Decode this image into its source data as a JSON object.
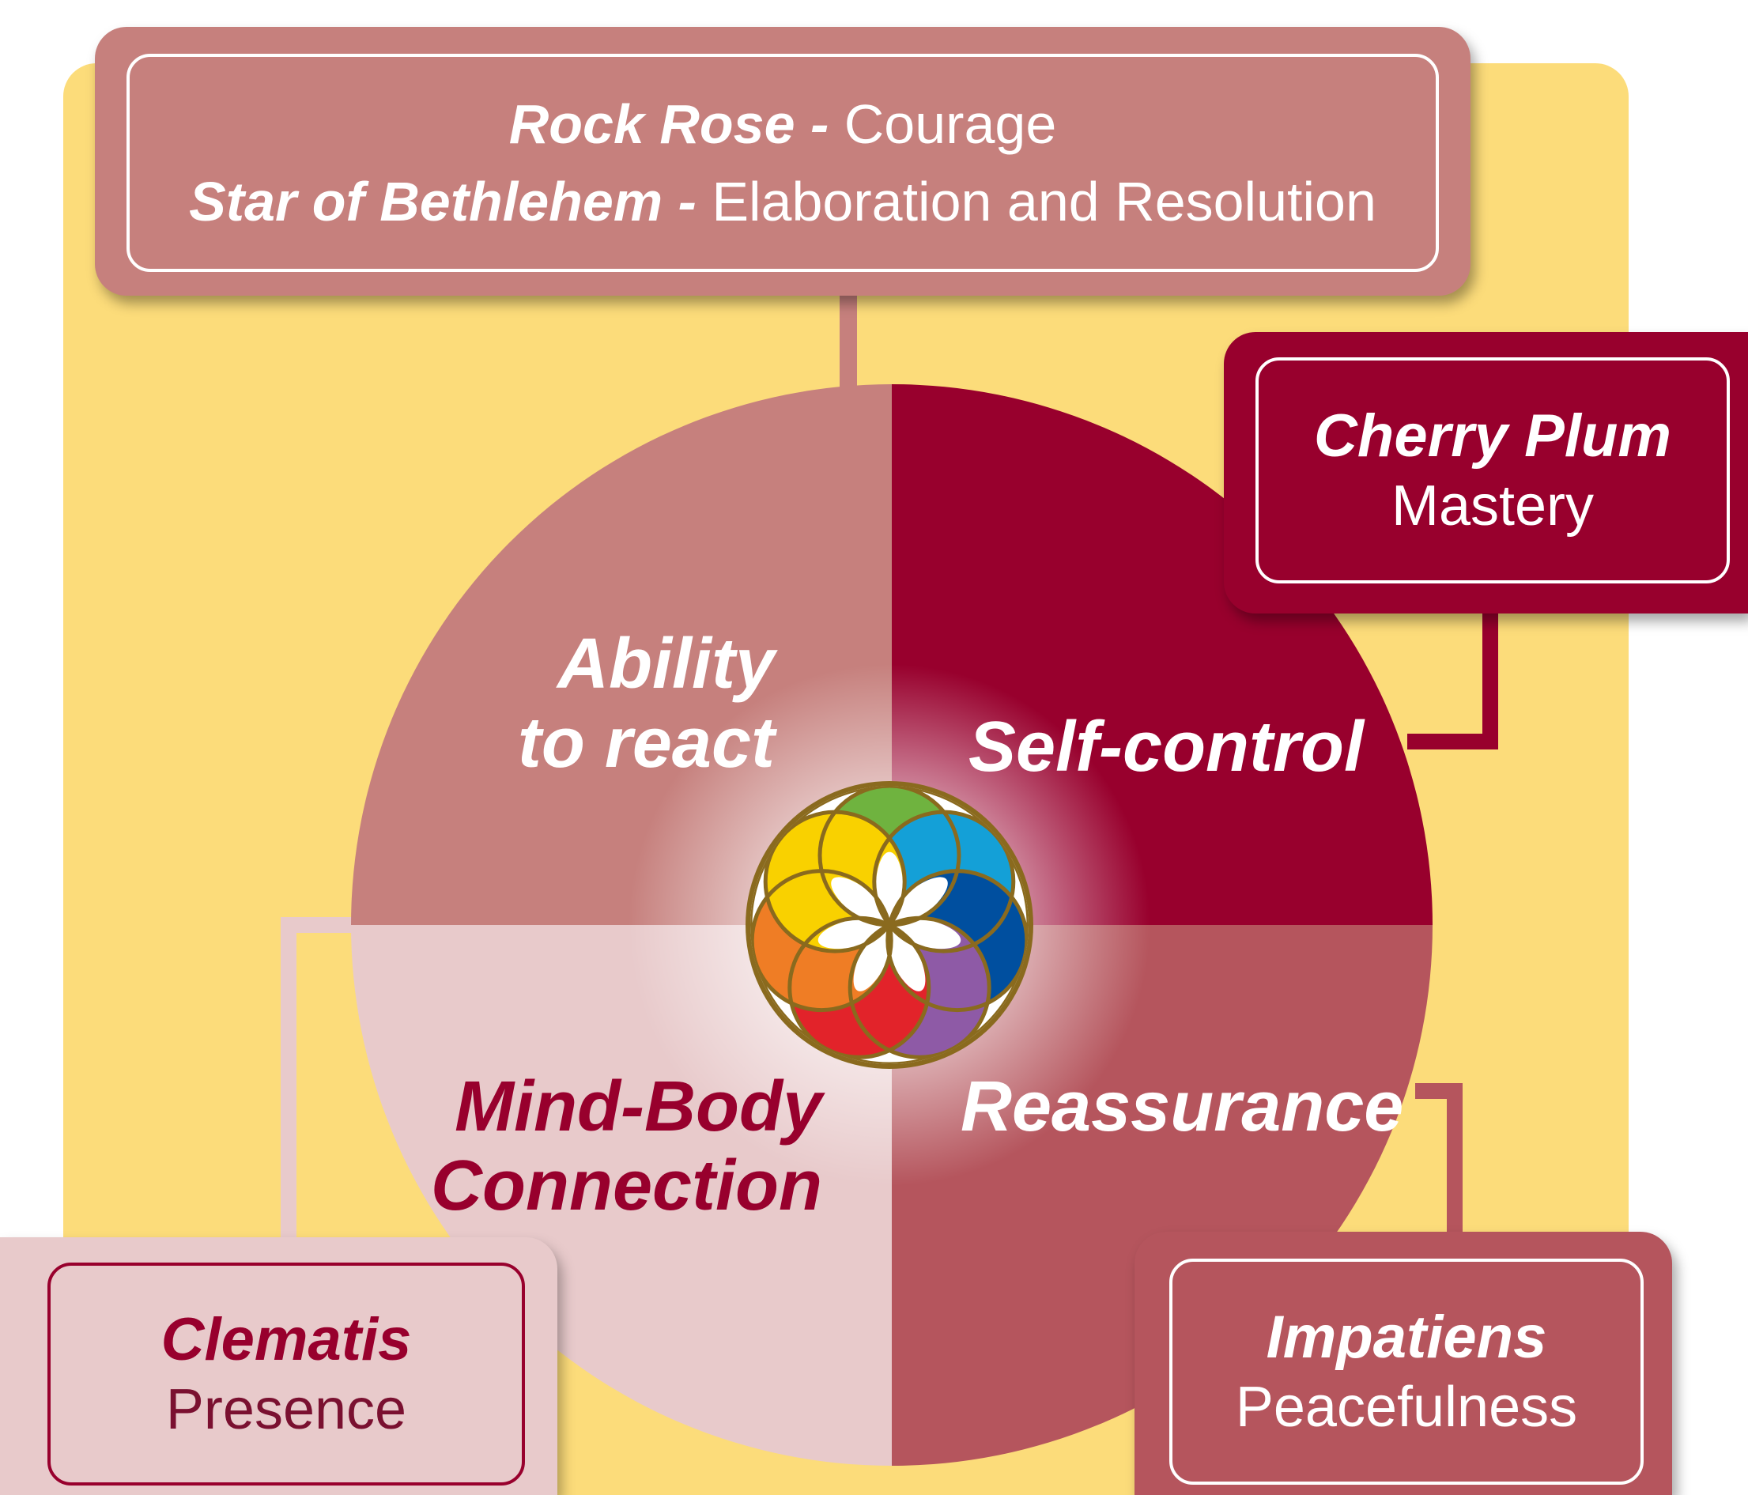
{
  "colors": {
    "background_panel": "#fcdc7a",
    "top_quadrant_left": "#c6807d",
    "top_quadrant_right": "#98002d",
    "bottom_quadrant_left": "#e8cacb",
    "bottom_quadrant_right": "#b5555d",
    "label_light": "#ffffff",
    "label_dark": "#98002d"
  },
  "quadrants": {
    "top_left": "Ability to react",
    "top_right": "Self-control",
    "bottom_left": "Mind-Body Connection",
    "bottom_right": "Reassurance"
  },
  "labels": {
    "ability_line1": "Ability",
    "ability_line2": "to react",
    "self_control": "Self-control",
    "mind_body_line1": "Mind-Body",
    "mind_body_line2": "Connection",
    "reassurance": "Reassurance"
  },
  "top_box": {
    "line1_name": "Rock Rose",
    "line1_sep": " - ",
    "line1_desc": "Courage",
    "line2_name": "Star of Bethlehem",
    "line2_sep": " - ",
    "line2_desc": "Elaboration and Resolution"
  },
  "cherry_box": {
    "name": "Cherry Plum",
    "desc": "Mastery"
  },
  "clematis_box": {
    "name": "Clematis",
    "desc": "Presence"
  },
  "impatiens_box": {
    "name": "Impatiens",
    "desc": "Peacefulness"
  },
  "emblem_petals": [
    "#6fb33f",
    "#14a0d7",
    "#004f9f",
    "#8e5aa6",
    "#e2232a",
    "#ef7d25",
    "#f9d100"
  ]
}
